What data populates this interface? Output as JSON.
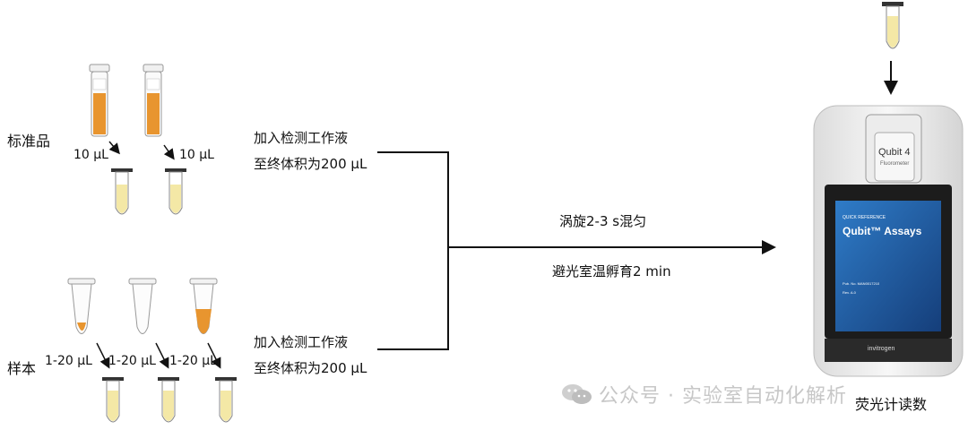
{
  "labels": {
    "standard": "标准品",
    "sample": "样本"
  },
  "volumes": {
    "std_left": "10 μL",
    "std_right": "10 μL",
    "s1": "1-20 μL",
    "s2": "1-20 μL",
    "s3": "1-20 μL"
  },
  "steps": {
    "top_line1": "加入检测工作液",
    "top_line2": "至终体积为200 μL",
    "bottom_line1": "加入检测工作液",
    "bottom_line2": "至终体积为200 μL",
    "mix": "涡旋2-3 s混匀",
    "incubate": "避光室温孵育2 min",
    "read": "荧光计读数"
  },
  "instrument": {
    "name": "Qubit 4",
    "sub": "Fluorometer",
    "screen_small": "QUICK REFERENCE",
    "screen_title": "Qubit™ Assays",
    "pub_no": "Pub. No. MAN0017210",
    "rev": "Rev. A.0",
    "brand": "invitrogen"
  },
  "watermark": {
    "text": "公众号 · 实验室自动化解析"
  },
  "colors": {
    "orange": "#e8952f",
    "pale_yellow": "#f4e8a6",
    "screen_blue": "#1f5fa8",
    "line": "#111111"
  }
}
